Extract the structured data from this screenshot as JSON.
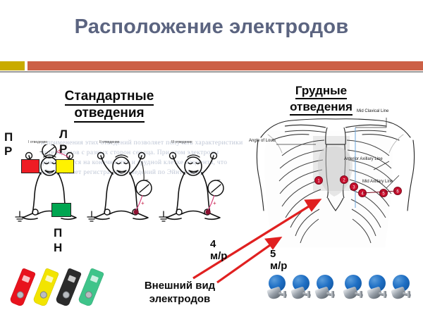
{
  "slide": {
    "title": "Расположение электродов",
    "title_color": "#5b6480",
    "accent_gold": "#c9ab00",
    "accent_orange": "#cc6046",
    "rule_grey": "#9a9a9a",
    "background": "#ffffff"
  },
  "left_section": {
    "heading_line1": "Стандартные",
    "heading_line2": "отведения",
    "lead_labels": [
      "I отведение",
      "II отведение",
      "III отведение"
    ],
    "electrode_letters": {
      "right_arm_line1": "П",
      "right_arm_line2": "Р",
      "left_arm_line1": "Л",
      "left_arm_line2": "Р",
      "left_leg_line1": "П",
      "left_leg_line2": "Н"
    },
    "electrode_colors": {
      "right_arm": "#ee1c24",
      "left_arm": "#fff200",
      "left_leg": "#00a651"
    },
    "ghost_text": "и применения этих отведений позволяет получать характеристики потенциалов с разных сторон сердца. При этом электроды фиксируются на конечностях и грудной клетке пациента, что обеспечивает регистрацию отведений по Эйнтховену."
  },
  "right_section": {
    "heading_line1": "Грудные ",
    "heading_line2": "отведения",
    "anatomy_labels": [
      "Mid Clavical Line",
      "Angle of Louis",
      "Anterior Axillary Line",
      "Mid Axillary Line"
    ],
    "electrode_positions": [
      "1",
      "2",
      "3",
      "4",
      "5",
      "6"
    ],
    "electrode_color": "#c8102e",
    "arrow_color": "#e02020",
    "callouts": [
      {
        "number": "4",
        "unit": "м/р"
      },
      {
        "number": "5",
        "unit": "м/р"
      }
    ]
  },
  "bottom": {
    "caption_line1": "Внешний вид",
    "caption_line2": "электродов",
    "clamp_colors": [
      "#e8131d",
      "#f2e400",
      "#2b2b2b",
      "#3fc48a"
    ],
    "suction_count": 6,
    "suction_color": "#1f6fc4"
  }
}
